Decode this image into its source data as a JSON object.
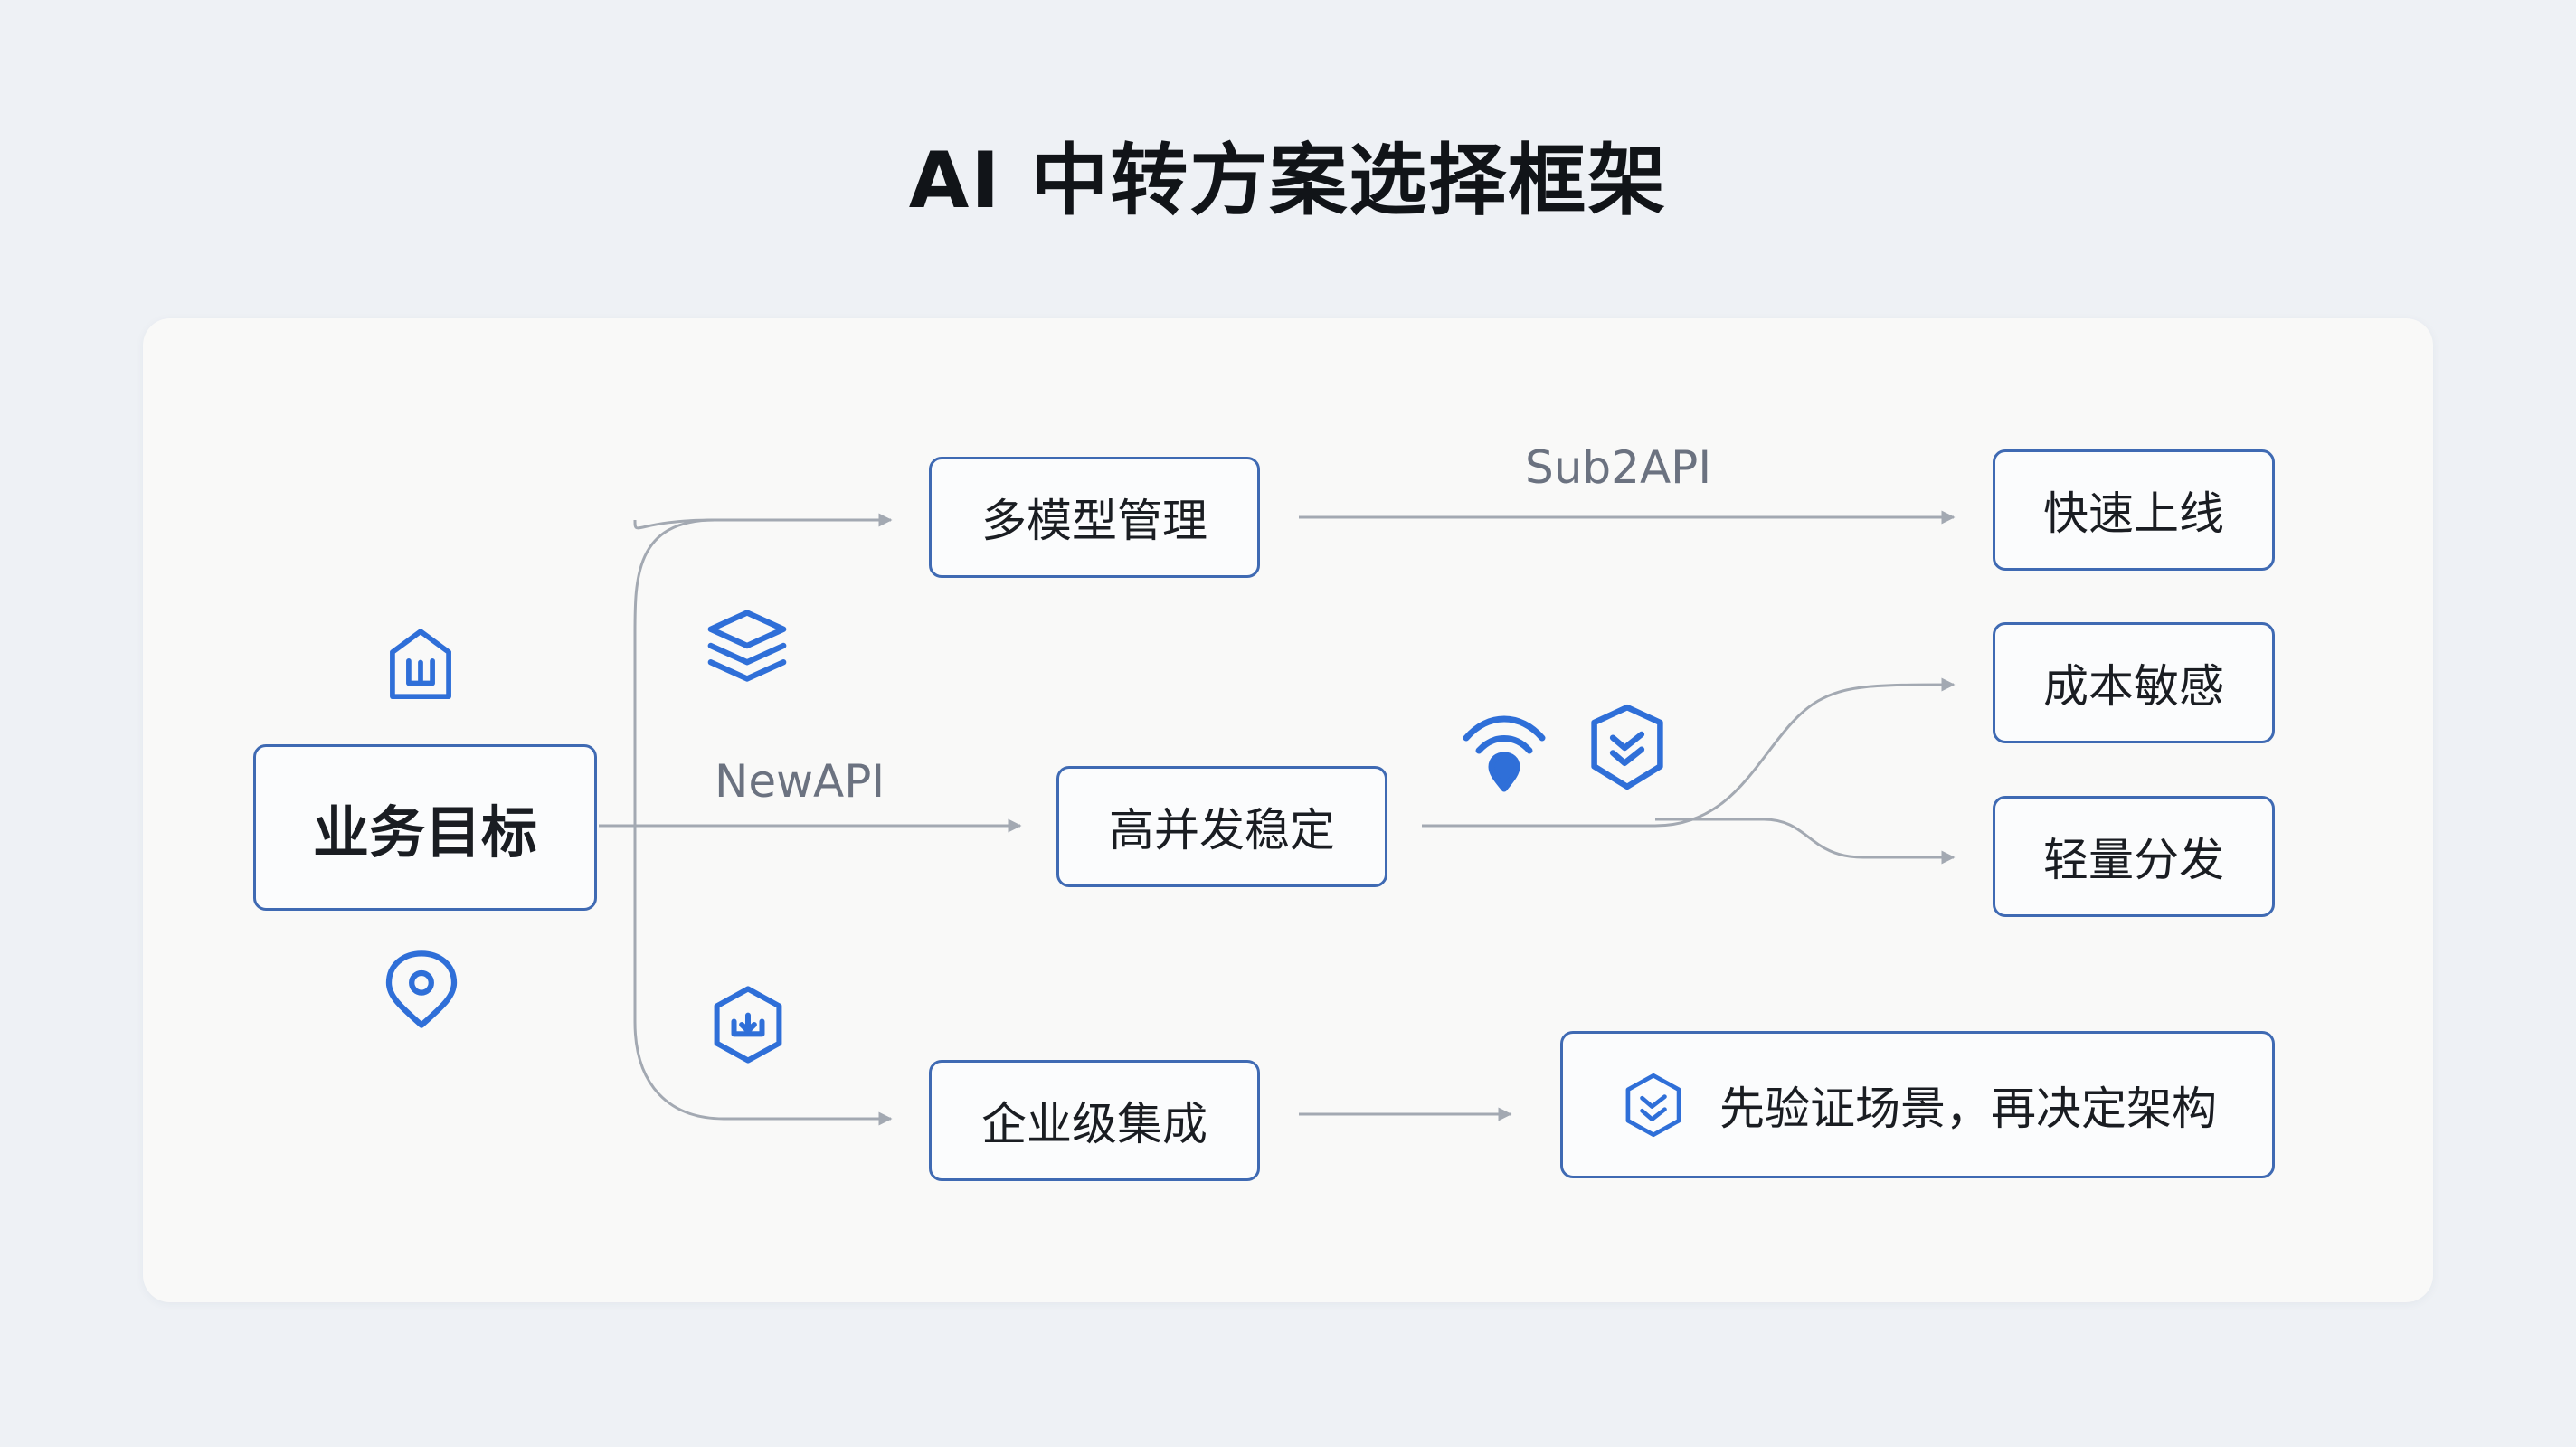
{
  "title": "AI 中转方案选择框架",
  "nodes": {
    "root": "业务目标",
    "multi_model": "多模型管理",
    "high_concurrency": "高并发稳定",
    "enterprise": "企业级集成",
    "fast_launch": "快速上线",
    "cost_sensitive": "成本敏感",
    "lightweight": "轻量分发",
    "validate": "先验证场景，再决定架构"
  },
  "edge_labels": {
    "sub2api": "Sub2API",
    "newapi": "NewAPI"
  },
  "icons": [
    "building-icon",
    "location-pin-icon",
    "layers-icon",
    "package-icon",
    "wifi-pin-icon",
    "shield-check-icon"
  ],
  "colors": {
    "accent": "#2f6fd8",
    "node_border": "#3f6ab3",
    "connector": "#a3a9b2",
    "title": "#111418"
  }
}
